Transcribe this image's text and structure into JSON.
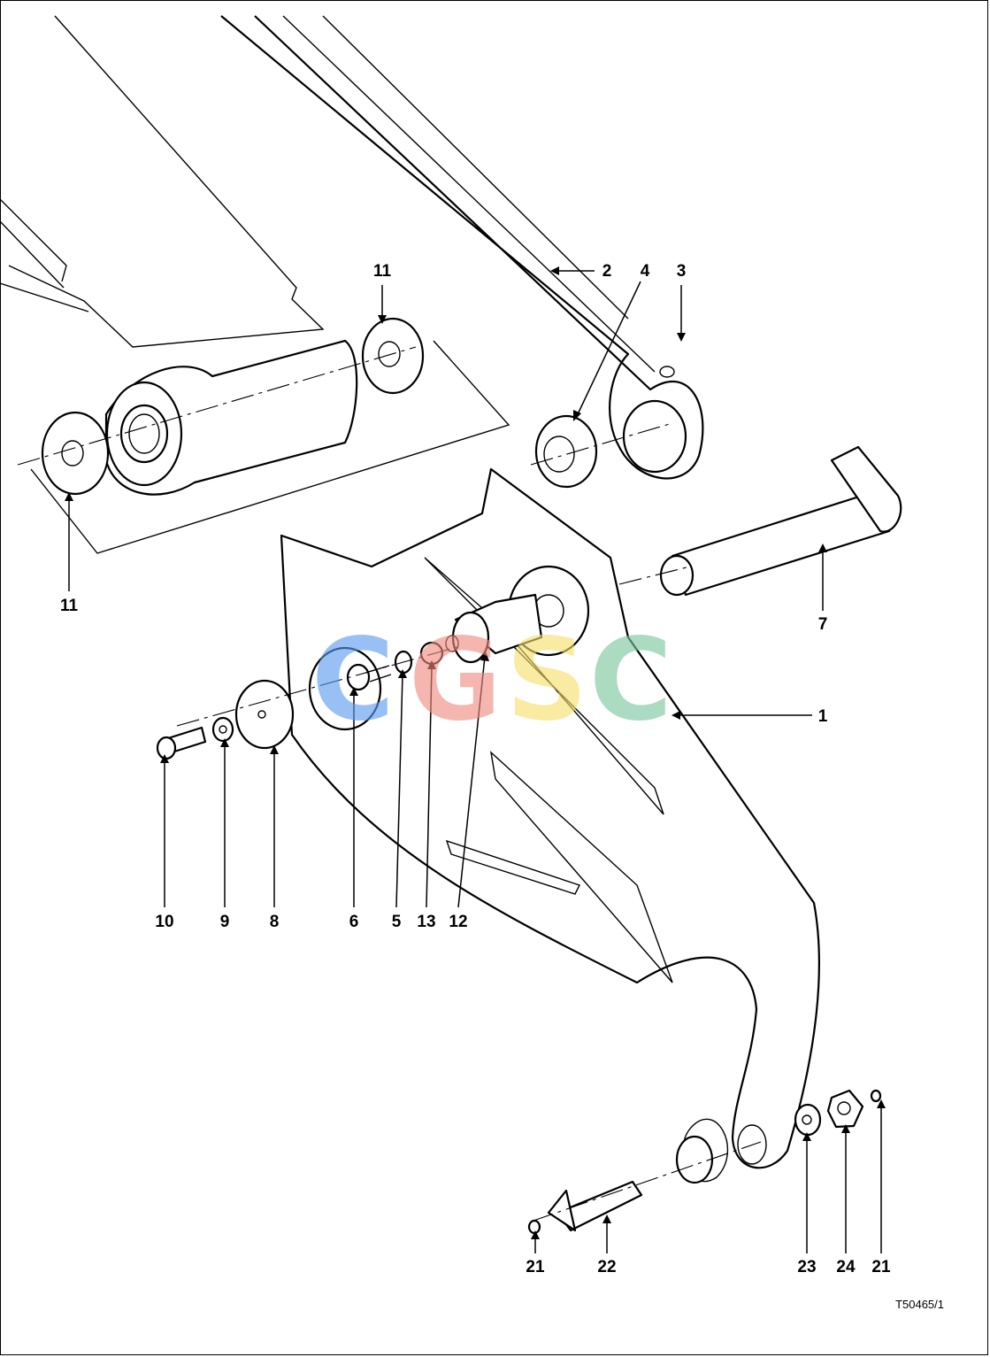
{
  "callouts": {
    "c1": "1",
    "c2": "2",
    "c3": "3",
    "c4": "4",
    "c5": "5",
    "c6": "6",
    "c7": "7",
    "c8": "8",
    "c9": "9",
    "c10": "10",
    "c11_top": "11",
    "c11_left": "11",
    "c12": "12",
    "c13": "13",
    "c21_left": "21",
    "c21_right": "21",
    "c22": "22",
    "c23": "23",
    "c24": "24"
  },
  "figure_code": "T50465/1",
  "watermark": {
    "letters": [
      "C",
      "G",
      "S",
      "C"
    ],
    "colors": [
      "#5b9bef",
      "#f08a80",
      "#f6df6a",
      "#78c69c"
    ]
  }
}
